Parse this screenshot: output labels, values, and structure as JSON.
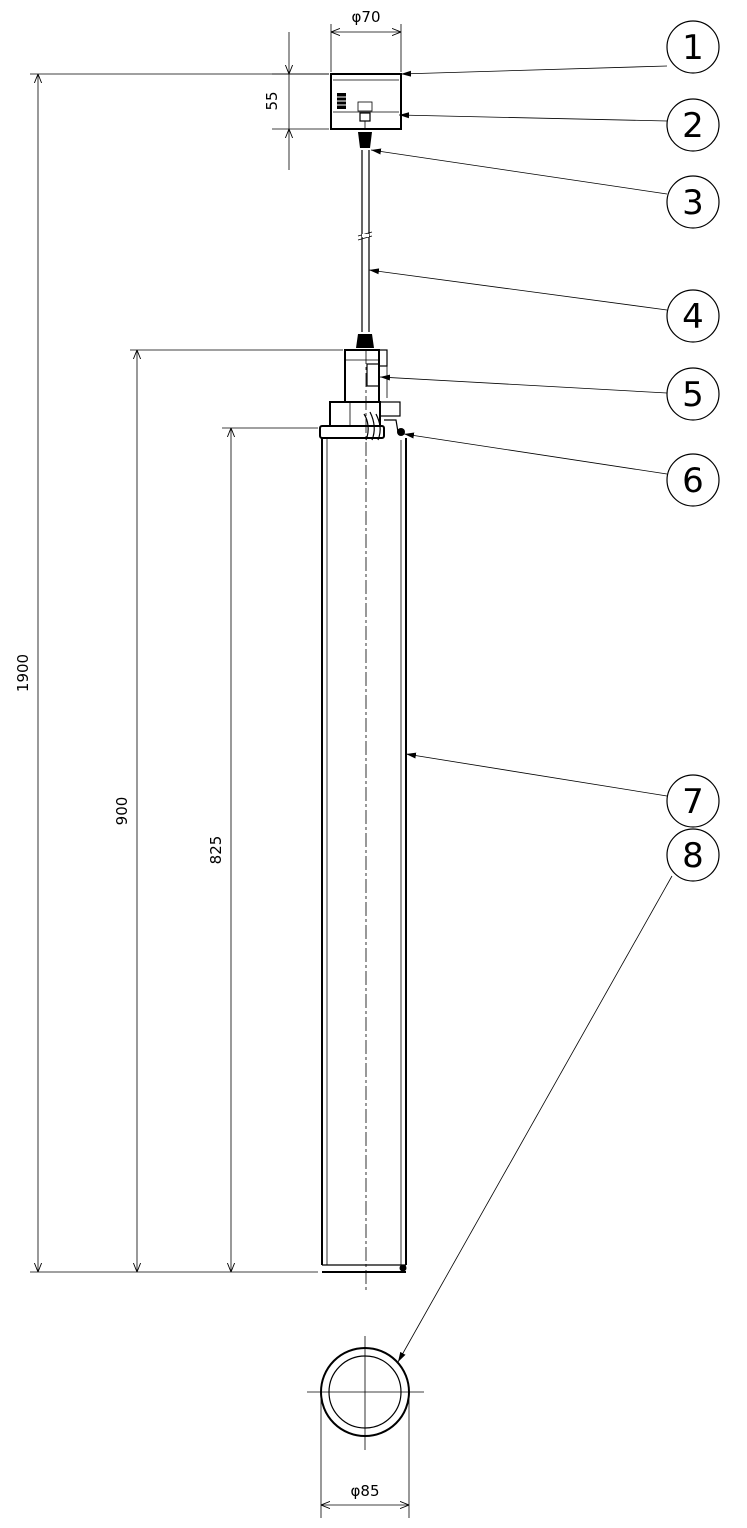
{
  "dimensions": {
    "canopy_diameter": "φ70",
    "canopy_height": "55",
    "overall_height": "1900",
    "body_height": "900",
    "tube_height": "825",
    "tube_diameter": "φ85"
  },
  "callouts": [
    "1",
    "2",
    "3",
    "4",
    "5",
    "6",
    "7",
    "8"
  ]
}
